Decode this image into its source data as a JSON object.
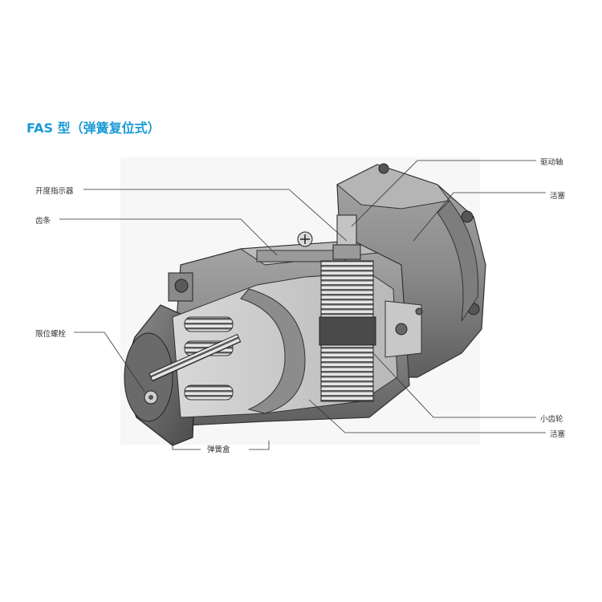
{
  "title": "FAS 型（弹簧复位式）",
  "labels": {
    "drive_shaft": "驱动轴",
    "piston_top": "活塞",
    "opening_indicator": "开度指示器",
    "rack": "齿条",
    "limit_bolt": "限位螺栓",
    "pinion": "小齿轮",
    "piston_bottom": "活塞",
    "spring_box": "弹簧盒"
  },
  "colors": {
    "title": "#1a9ad6",
    "body_dark": "#6d6d6d",
    "body_mid": "#9a9a9a",
    "body_light": "#c9c9c9",
    "leader_line": "#333333"
  }
}
